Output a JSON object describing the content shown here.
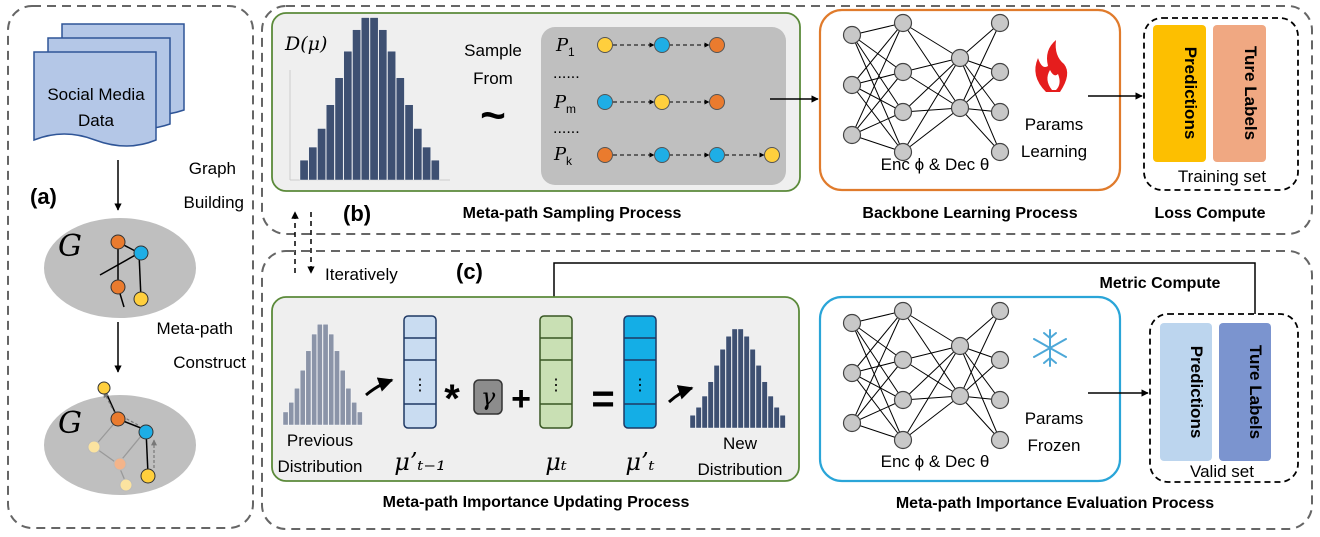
{
  "panel_a": {
    "label": "(a)",
    "doc_text": [
      "Social Media",
      "Data"
    ],
    "step1": [
      "Graph",
      "Building"
    ],
    "step2": [
      "Meta-path",
      "Construct"
    ],
    "graph_symbol": "G"
  },
  "panel_b": {
    "label": "(b)",
    "dist_label": "D(μ)",
    "sample_from": [
      "Sample",
      "From"
    ],
    "tilde": "~",
    "paths": [
      {
        "name": "P1",
        "base": "P",
        "sub": "1"
      },
      {
        "name": "Pm",
        "base": "P",
        "sub": "m"
      },
      {
        "name": "Pk",
        "base": "P",
        "sub": "k"
      }
    ],
    "ellipsis": "......",
    "enc_dec": "Enc ϕ & Dec θ",
    "params_learning": [
      "Params",
      "Learning"
    ],
    "predictions": "Predictions",
    "true_labels": "Ture Labels",
    "training_set": "Training set",
    "caption_sampling": "Meta-path Sampling Process",
    "caption_backbone": "Backbone Learning Process",
    "caption_loss": "Loss Compute"
  },
  "panel_c": {
    "label": "(c)",
    "iteratively": "Iteratively",
    "metric_compute": "Metric Compute",
    "previous_distribution": [
      "Previous",
      "Distribution"
    ],
    "new_distribution": [
      "New",
      "Distribution"
    ],
    "mu_prev": "μ’ₜ₋₁",
    "mu_t": "μₜ",
    "mu_new": "μ’ₜ",
    "gamma": "γ",
    "op_mul": "*",
    "op_plus": "+",
    "op_eq": "=",
    "vdots": "⋮",
    "enc_dec": "Enc ϕ & Dec θ",
    "params_frozen": [
      "Params",
      "Frozen"
    ],
    "predictions": "Predictions",
    "true_labels": "Ture Labels",
    "valid_set": "Valid set",
    "caption_updating": "Meta-path Importance Updating Process",
    "caption_eval": "Meta-path Importance Evaluation Process"
  },
  "colors": {
    "hist_dark": "#3e5072",
    "hist_light": "#8b94a8",
    "green_border": "#5b8a3a",
    "orange_border": "#e07b2c",
    "blue_border": "#2aa5d8",
    "node_yellow": "#ffcf3d",
    "node_blue": "#1eaee6",
    "node_orange": "#ea7b2e",
    "pred_yellow": "#fdbf00",
    "label_salmon": "#f0a882",
    "pred_lightblue": "#bcd5ee",
    "label_blue": "#7b94cf",
    "doc_fill": "#b4c7e7",
    "vec_lightblue": "#c9dcf1",
    "vec_green": "#c9e0b4",
    "vec_blue": "#14aee6"
  }
}
